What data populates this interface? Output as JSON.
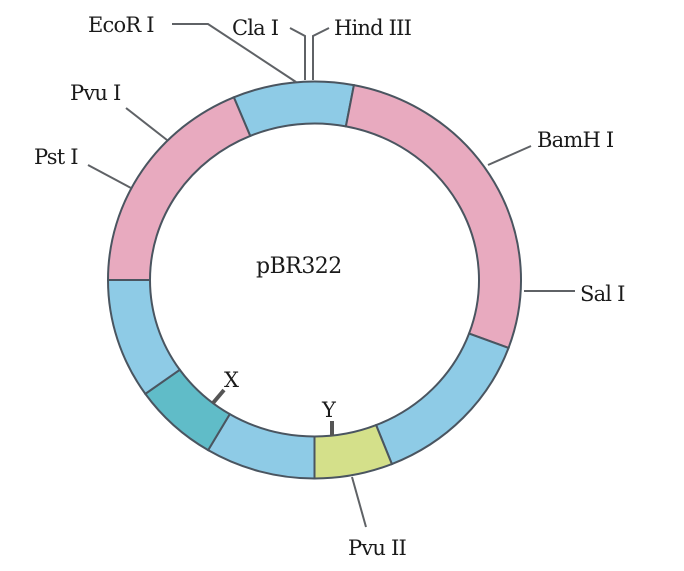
{
  "diagram": {
    "title": "pBR322",
    "type": "plasmid-map",
    "colors": {
      "resistance_gene": "#e8aabf",
      "backbone": "#8ecbe6",
      "region_x": "#60bcc8",
      "region_y": "#d4e08a",
      "outline": "#4a5560"
    },
    "segments": [
      {
        "id": "top-blue",
        "color": "backbone",
        "start_deg": 247,
        "end_deg": 281
      },
      {
        "id": "right-pink",
        "color": "resistance_gene",
        "start_deg": 281,
        "end_deg": 380
      },
      {
        "id": "right-blue",
        "color": "backbone",
        "start_deg": 20,
        "end_deg": 68
      },
      {
        "id": "yellow-y",
        "color": "region_y",
        "start_deg": 68,
        "end_deg": 90
      },
      {
        "id": "bottom-blue",
        "color": "backbone",
        "start_deg": 90,
        "end_deg": 121
      },
      {
        "id": "teal-x",
        "color": "region_x",
        "start_deg": 121,
        "end_deg": 145
      },
      {
        "id": "left-blue",
        "color": "backbone",
        "start_deg": 145,
        "end_deg": 180
      },
      {
        "id": "left-pink",
        "color": "resistance_gene",
        "start_deg": 180,
        "end_deg": 247
      }
    ],
    "sites": [
      {
        "name": "EcoR I"
      },
      {
        "name": "Cla I"
      },
      {
        "name": "Hind III"
      },
      {
        "name": "BamH I"
      },
      {
        "name": "Sal I"
      },
      {
        "name": "Pvu II"
      },
      {
        "name": "Pst I"
      },
      {
        "name": "Pvu I"
      }
    ],
    "markers": [
      {
        "name": "X"
      },
      {
        "name": "Y"
      }
    ]
  }
}
